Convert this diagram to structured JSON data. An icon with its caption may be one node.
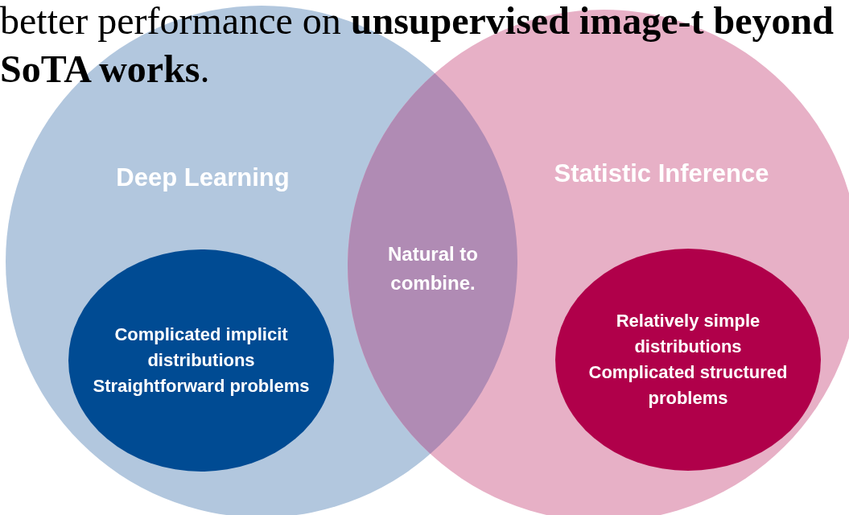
{
  "diagram": {
    "nodes": [
      {
        "text": [
          "Deep Learning"
        ]
      },
      {
        "text": [
          "Statistic Inference"
        ]
      },
      {
        "text": [
          "Complicated implicit distributions",
          "Straightforward problems"
        ],
        "in": 0
      },
      {
        "text": [
          "Relatively simple distributions",
          "Complicated structured problems"
        ],
        "in": 1
      }
    ],
    "edges": [],
    "labels": [
      "better performance on **unsupervised image-t beyond SoTA works**.",
      "Natural to combine."
    ]
  }
}
